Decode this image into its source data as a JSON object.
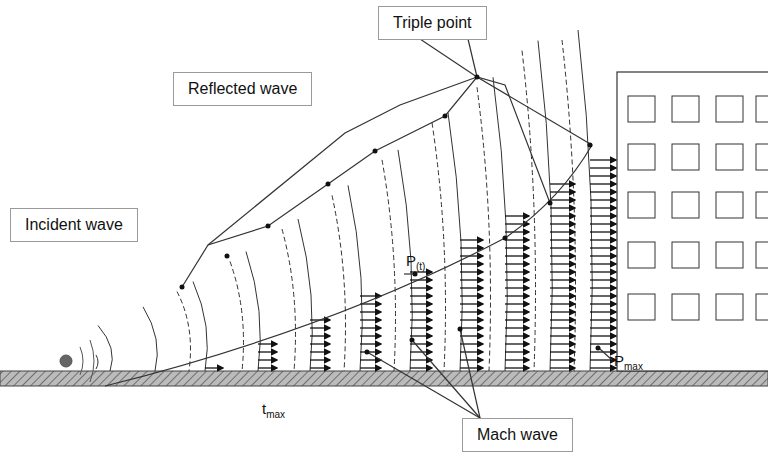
{
  "diagram": {
    "nodes": [
      {
        "text": [
          "Triple point"
        ]
      },
      {
        "text": [
          "Reflected wave"
        ]
      },
      {
        "text": [
          "Incident wave"
        ]
      },
      {
        "text": [
          "Mach wave"
        ]
      }
    ],
    "labels": [
      "P(t)",
      "Pmax",
      "tmax"
    ]
  }
}
